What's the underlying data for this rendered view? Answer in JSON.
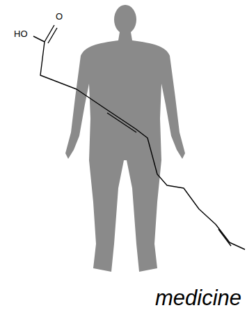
{
  "diagram": {
    "caption": "medicine",
    "labels": [
      "HO",
      "O"
    ]
  }
}
